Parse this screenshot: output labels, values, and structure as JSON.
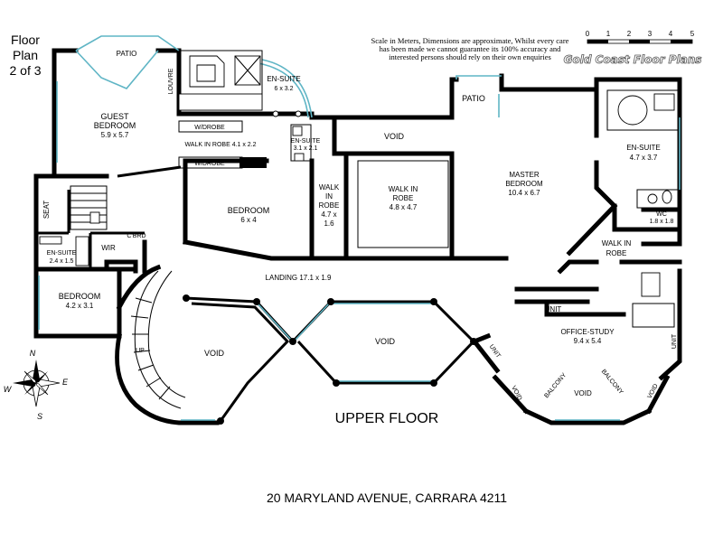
{
  "header": {
    "plan_title_line1": "Floor",
    "plan_title_line2": "Plan",
    "plan_title_line3": "2 of 3",
    "disclaimer_line1": "Scale in Meters, Dimensions are approximate, Whilst every care",
    "disclaimer_line2": "has been made we cannot guarantee its 100% accuracy and",
    "disclaimer_line3": "interested persons should rely on their own enquiries",
    "brand": "Gold Coast Floor Plans"
  },
  "scale_bar": {
    "ticks": [
      "0",
      "1",
      "2",
      "3",
      "4",
      "5"
    ]
  },
  "rooms": {
    "patio_left": "PATIO",
    "louvre": "LOUVRE",
    "guest_bedroom": "GUEST",
    "guest_bedroom_2": "BEDROOM",
    "guest_bedroom_dim": "5.9 x 5.7",
    "ensuite_top": "EN-SUITE",
    "ensuite_top_dim": "6 x 3.2",
    "wdrobe_1": "W/DROBE",
    "wdrobe_2": "W/DROBE",
    "walk_in_robe_top": "WALK IN ROBE 4.1 x 2.2",
    "ensuite_small": "EN-SUITE",
    "ensuite_small_dim": "3.1 x 2.1",
    "void_top": "VOID",
    "patio_right": "PATIO",
    "ensuite_right": "EN-SUITE",
    "ensuite_right_dim": "4.7 x 3.7",
    "master_bedroom": "MASTER",
    "master_bedroom_2": "BEDROOM",
    "master_bedroom_dim": "10.4 x 6.7",
    "walk_in_robe_center": "WALK IN",
    "walk_in_robe_center_2": "ROBE",
    "walk_in_robe_center_dim": "4.8 x 4.7",
    "walk_in_robe_narrow_1": "WALK",
    "walk_in_robe_narrow_2": "IN",
    "walk_in_robe_narrow_3": "ROBE",
    "walk_in_robe_narrow_dim1": "4.7 x",
    "walk_in_robe_narrow_dim2": "1.6",
    "bedroom_center": "BEDROOM",
    "bedroom_center_dim": "6 x 4",
    "seat": "SEAT",
    "ensuite_left": "EN-SUITE",
    "ensuite_left_dim": "2.4 x 1.5",
    "wir": "WIR",
    "cbrd": "C'BRD",
    "wc": "WC",
    "wc_dim": "1.8 x 1.8",
    "walk_in_robe_right_1": "WALK IN",
    "walk_in_robe_right_2": "ROBE",
    "landing": "LANDING 17.1 x 1.9",
    "bedroom_left": "BEDROOM",
    "bedroom_left_dim": "4.2 x 3.1",
    "up": "UP",
    "void_left": "VOID",
    "void_mid": "VOID",
    "unit_center": "UNIT",
    "office_study": "OFFICE-STUDY",
    "office_study_dim": "9.4 x 5.4",
    "unit_left": "UNIT",
    "unit_right": "UNIT",
    "void_small_left": "VOID",
    "void_small_right": "VOID",
    "balcony_left": "BALCONY",
    "balcony_right": "BALCONY",
    "void_bottom": "VOID"
  },
  "compass": {
    "n": "N",
    "e": "E",
    "s": "S",
    "w": "W"
  },
  "floor_label": "UPPER FLOOR",
  "address": "20 MARYLAND AVENUE, CARRARA 4211",
  "colors": {
    "walls": "#000000",
    "glazing": "#5fb5c5",
    "background": "#ffffff"
  }
}
